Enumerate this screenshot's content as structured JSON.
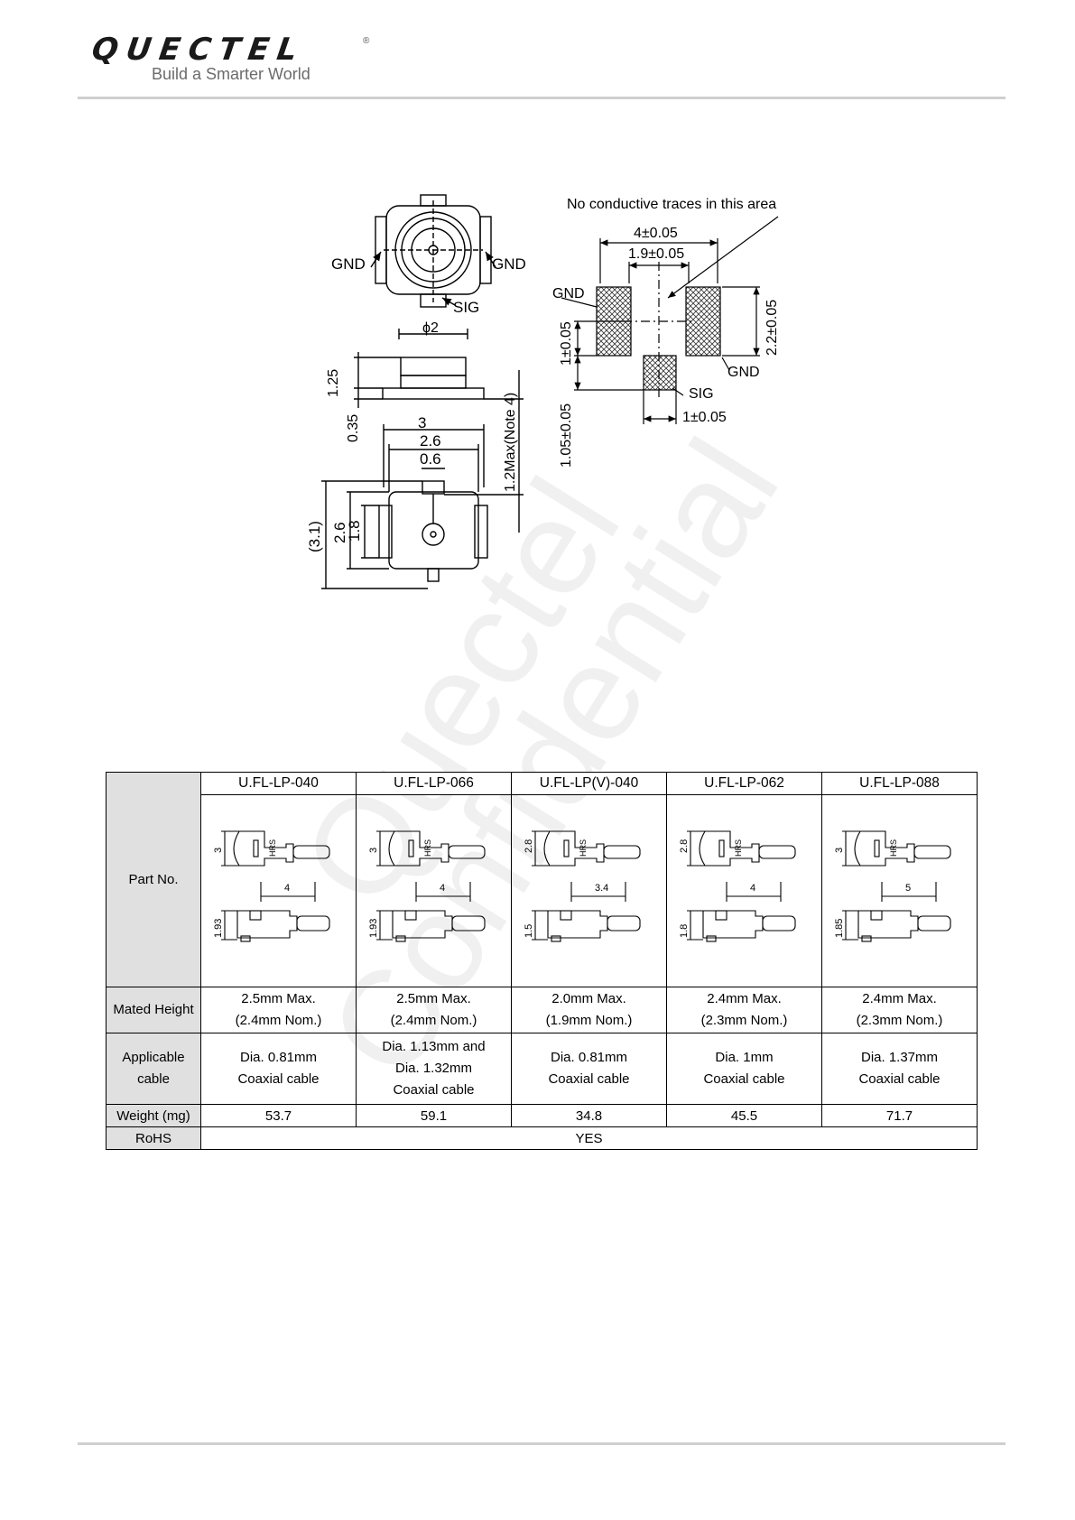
{
  "header": {
    "logo_text": "QUECTEL",
    "registered_mark": "®",
    "tagline": "Build a Smarter World"
  },
  "watermark": [
    "Quectel",
    "Confidential"
  ],
  "diagram": {
    "top_gnd_left": "GND",
    "top_gnd_right": "GND",
    "top_sig": "SIG",
    "phi2": "ϕ2",
    "d_1_25": "1.25",
    "d_0_35": "0.35",
    "d_3": "3",
    "d_2_6": "2.6",
    "d_0_6": "0.6",
    "d_1_2max": "1.2Max(Note 4)",
    "d_3_1": "(3.1)",
    "d_2_6_v": "2.6",
    "d_1_8": "1.8",
    "pcb_note": "No conductive traces in this area",
    "pcb_4": "4±0.05",
    "pcb_1_9": "1.9±0.05",
    "pcb_gnd_left": "GND",
    "pcb_gnd_right": "GND",
    "pcb_sig": "SIG",
    "pcb_1_v": "1±0.05",
    "pcb_2_2": "2.2±0.05",
    "pcb_1_05": "1.05±0.05",
    "pcb_1_h": "1±0.05"
  },
  "table": {
    "row_labels": {
      "part_no": "Part No.",
      "mated_height": "Mated Height",
      "applicable_cable": [
        "Applicable",
        "cable"
      ],
      "weight": "Weight (mg)",
      "rohs": "RoHS"
    },
    "parts": [
      {
        "name": "U.FL-LP-040",
        "h1": "3",
        "w": "4",
        "h2": "1.93",
        "mated": [
          "2.5mm Max.",
          "(2.4mm Nom.)"
        ],
        "cable": [
          "Dia. 0.81mm",
          "Coaxial cable"
        ],
        "weight": "53.7"
      },
      {
        "name": "U.FL-LP-066",
        "h1": "3",
        "w": "4",
        "h2": "1.93",
        "mated": [
          "2.5mm Max.",
          "(2.4mm Nom.)"
        ],
        "cable": [
          "Dia. 1.13mm and",
          "Dia. 1.32mm",
          "Coaxial cable"
        ],
        "weight": "59.1"
      },
      {
        "name": "U.FL-LP(V)-040",
        "h1": "2.8",
        "w": "3.4",
        "h2": "1.5",
        "mated": [
          "2.0mm Max.",
          "(1.9mm Nom.)"
        ],
        "cable": [
          "Dia. 0.81mm",
          "Coaxial cable"
        ],
        "weight": "34.8"
      },
      {
        "name": "U.FL-LP-062",
        "h1": "2.8",
        "w": "4",
        "h2": "1.8",
        "mated": [
          "2.4mm Max.",
          "(2.3mm Nom.)"
        ],
        "cable": [
          "Dia. 1mm",
          "Coaxial cable"
        ],
        "weight": "45.5"
      },
      {
        "name": "U.FL-LP-088",
        "h1": "3",
        "w": "5",
        "h2": "1.85",
        "mated": [
          "2.4mm Max.",
          "(2.3mm Nom.)"
        ],
        "cable": [
          "Dia. 1.37mm",
          "Coaxial cable"
        ],
        "weight": "71.7"
      }
    ],
    "rohs_value": "YES",
    "hrs_mark": "HRS"
  }
}
